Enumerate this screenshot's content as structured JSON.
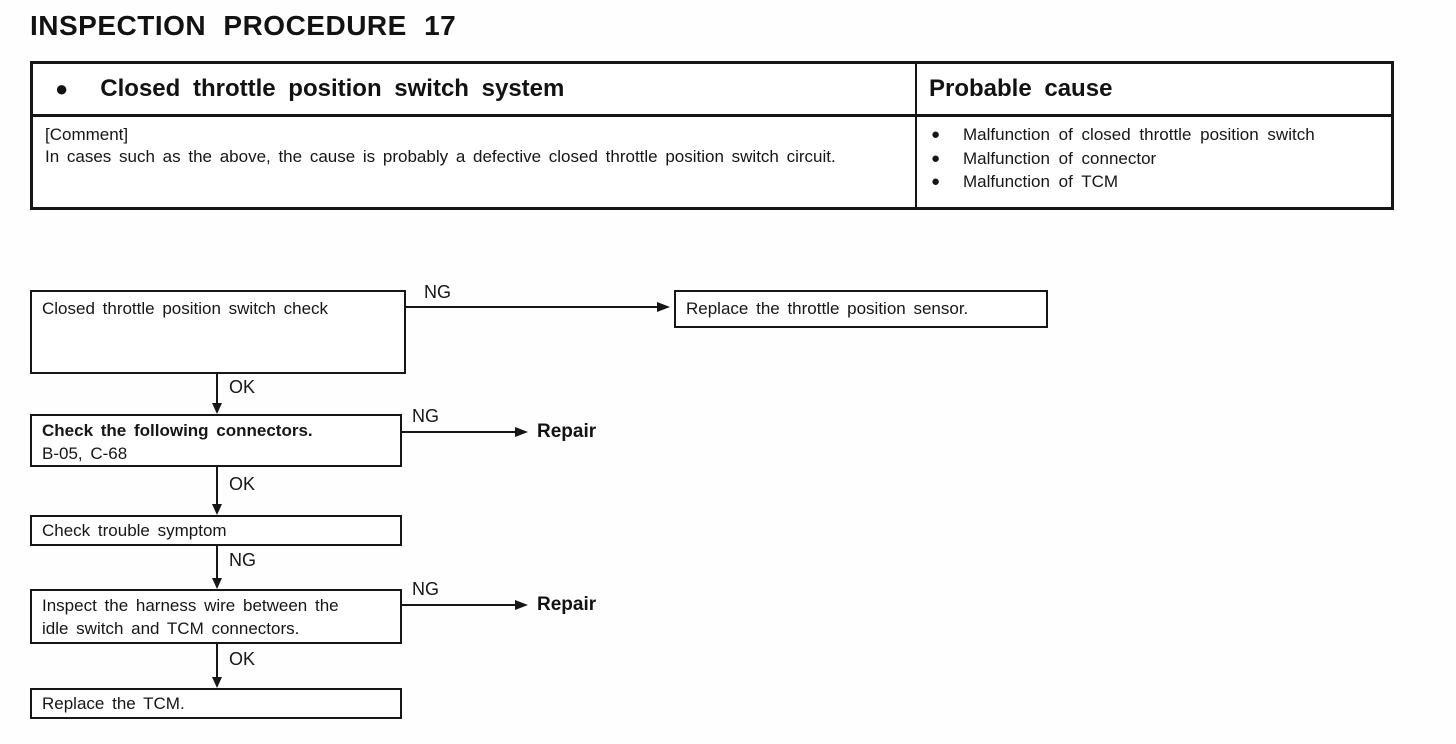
{
  "title": "INSPECTION PROCEDURE 17",
  "icons": {
    "bullet": "●"
  },
  "colors": {
    "ink": "#161616",
    "paper": "#ffffff"
  },
  "summary_table": {
    "system": "Closed throttle position switch system",
    "probable_cause_header": "Probable cause",
    "comment_tag": "[Comment]",
    "comment": "In cases such as the above, the cause is probably a defective closed throttle position switch circuit.",
    "causes": [
      "Malfunction of closed throttle position switch",
      "Malfunction of connector",
      "Malfunction of TCM"
    ]
  },
  "flowchart": {
    "labels": {
      "ng": "NG",
      "ok": "OK",
      "repair": "Repair"
    },
    "step1": {
      "text": "Closed throttle position switch check",
      "ng_action": "Replace the throttle position sensor."
    },
    "step2": {
      "line1": "Check the following connectors.",
      "line2": "B-05, C-68"
    },
    "step3": {
      "text": "Check trouble symptom"
    },
    "step4": {
      "line1": "Inspect the harness wire between the",
      "line2": "idle switch and TCM connectors."
    },
    "step5": {
      "text": "Replace the TCM."
    }
  }
}
